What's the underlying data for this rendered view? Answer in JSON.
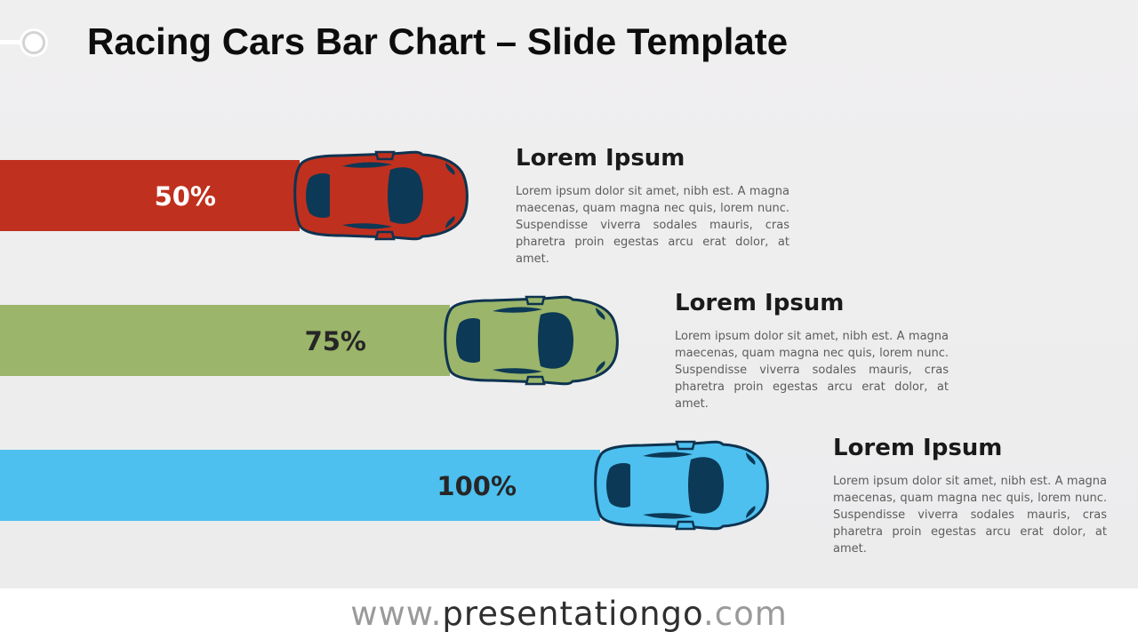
{
  "slide": {
    "title": "Racing Cars Bar Chart – Slide Template"
  },
  "colors": {
    "bar_red": "#c0301e",
    "bar_green": "#9bb56a",
    "bar_blue": "#4dc0ef",
    "car_outline": "#0e3350",
    "car_window": "#0c3956",
    "label_light": "#ffffff",
    "label_dark": "#262626"
  },
  "chart_data": {
    "type": "bar",
    "orientation": "horizontal",
    "categories": [
      "Lorem Ipsum",
      "Lorem Ipsum",
      "Lorem Ipsum"
    ],
    "values": [
      50,
      75,
      100
    ],
    "value_labels": [
      "50%",
      "75%",
      "100%"
    ],
    "unit": "%",
    "xlim": [
      0,
      100
    ],
    "grid": false,
    "legend": "none"
  },
  "items": [
    {
      "title": "Lorem Ipsum",
      "text": "Lorem ipsum dolor sit amet, nibh est. A magna maecenas, quam magna nec quis, lorem nunc. Suspendisse viverra sodales mauris, cras pharetra proin egestas arcu erat dolor, at amet."
    },
    {
      "title": "Lorem Ipsum",
      "text": "Lorem ipsum dolor sit amet, nibh est. A magna maecenas, quam magna nec quis, lorem nunc. Suspendisse viverra sodales mauris, cras pharetra proin egestas arcu erat dolor, at amet."
    },
    {
      "title": "Lorem Ipsum",
      "text": "Lorem ipsum dolor sit amet, nibh est. A magna maecenas, quam magna nec quis, lorem nunc. Suspendisse viverra sodales mauris, cras pharetra proin egestas arcu erat dolor, at amet."
    }
  ],
  "footer": {
    "prefix": "www.",
    "brand": "presentationgo",
    "suffix": ".com"
  }
}
